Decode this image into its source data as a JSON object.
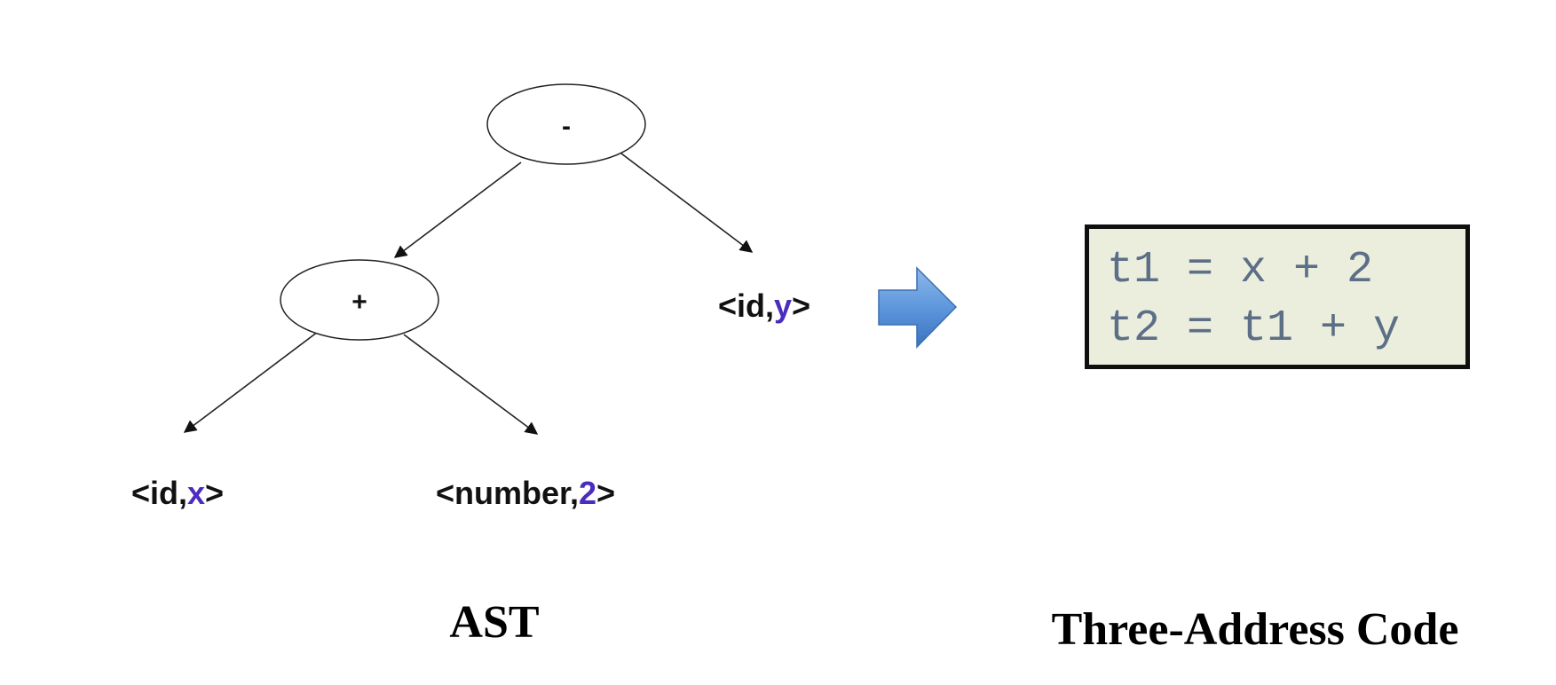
{
  "ast": {
    "caption": "AST",
    "root": {
      "label": "-"
    },
    "plus": {
      "label": "+"
    },
    "leaves": [
      {
        "id": "y",
        "prefix": "<id,",
        "value": "y",
        "suffix": ">"
      },
      {
        "id": "x",
        "prefix": "<id,",
        "value": "x",
        "suffix": ">"
      },
      {
        "id": "num",
        "prefix": "<number,",
        "value": "2",
        "suffix": ">"
      }
    ]
  },
  "arrow": {
    "icon": "right-arrow-icon",
    "color": "#4f86cc"
  },
  "tac": {
    "caption": "Three-Address Code",
    "lines": [
      "t1 = x + 2",
      "t2 = t1 + y"
    ]
  },
  "colors": {
    "leaf_value": "#4b2bc0",
    "code_text": "#5c6f86",
    "code_background": "#ebeedd"
  }
}
